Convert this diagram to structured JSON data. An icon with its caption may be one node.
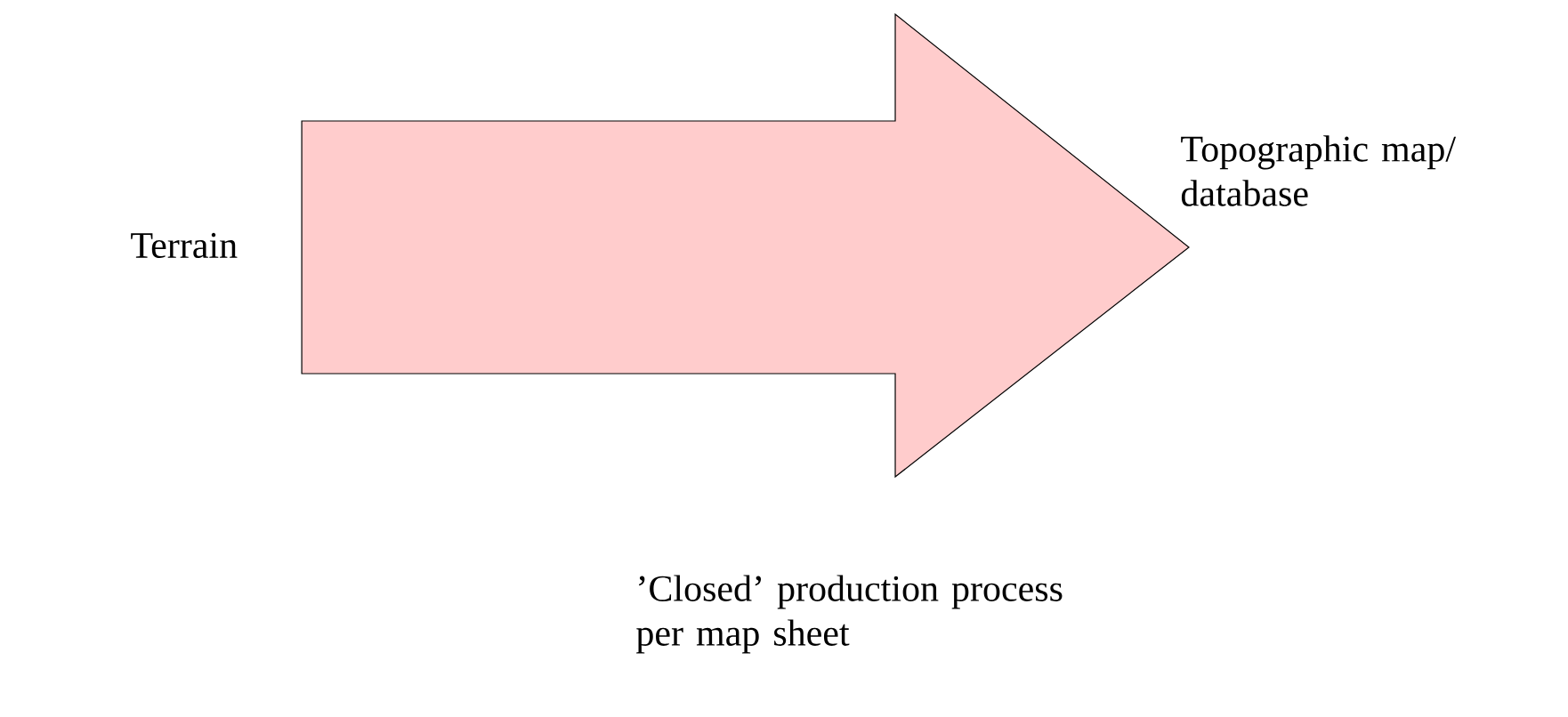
{
  "diagram": {
    "nodes": [
      {
        "text": [
          "Terrain"
        ]
      },
      {
        "text": [
          "Topographic map/ database"
        ]
      }
    ],
    "edges": [
      {
        "from": 0,
        "to": 1,
        "arrow": "to",
        "style": "thick",
        "color": "#ffcccc"
      }
    ],
    "labels": [
      "’Closed’ production process per map sheet"
    ]
  }
}
